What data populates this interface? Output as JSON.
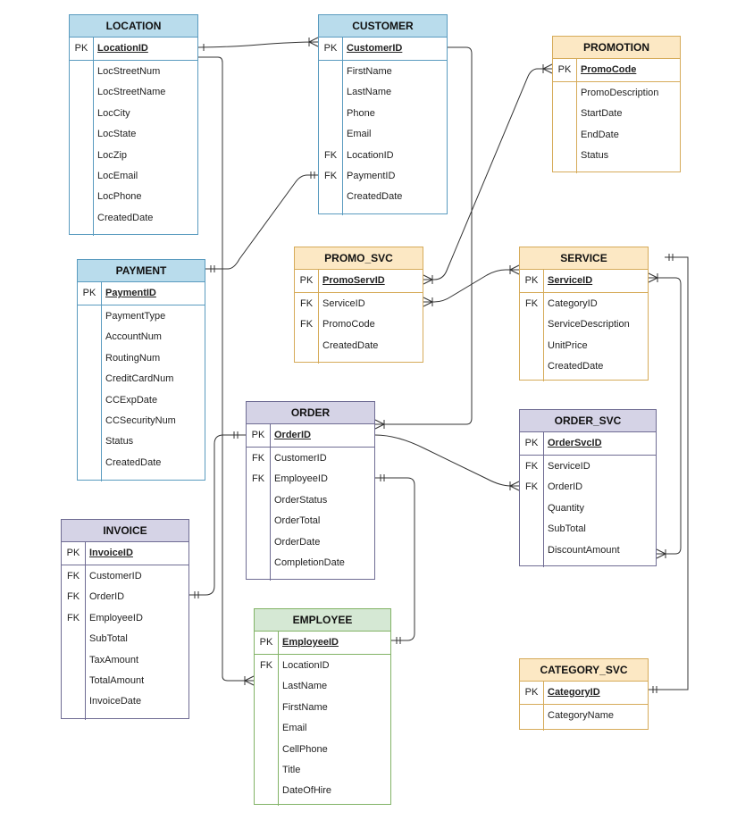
{
  "palette": {
    "blue_head": "#b9dcec",
    "blue_border": "#5a9bbf",
    "yellow_head": "#fce8c4",
    "yellow_border": "#d6ab5a",
    "purple_head": "#d5d3e6",
    "purple_border": "#6f6c93",
    "green_head": "#d5e8d4",
    "green_border": "#82b366"
  },
  "entities": {
    "location": {
      "title": "LOCATION",
      "pk": "LocationID",
      "pk_key": "PK",
      "attrs": [
        {
          "key": "",
          "name": "LocStreetNum"
        },
        {
          "key": "",
          "name": "LocStreetName"
        },
        {
          "key": "",
          "name": "LocCity"
        },
        {
          "key": "",
          "name": "LocState"
        },
        {
          "key": "",
          "name": "LocZip"
        },
        {
          "key": "",
          "name": "LocEmail"
        },
        {
          "key": "",
          "name": "LocPhone"
        },
        {
          "key": "",
          "name": "CreatedDate"
        }
      ]
    },
    "customer": {
      "title": "CUSTOMER",
      "pk": "CustomerID",
      "pk_key": "PK",
      "attrs": [
        {
          "key": "",
          "name": "FirstName"
        },
        {
          "key": "",
          "name": "LastName"
        },
        {
          "key": "",
          "name": "Phone"
        },
        {
          "key": "",
          "name": "Email"
        },
        {
          "key": "FK",
          "name": "LocationID"
        },
        {
          "key": "FK",
          "name": "PaymentID"
        },
        {
          "key": "",
          "name": "CreatedDate"
        }
      ]
    },
    "promotion": {
      "title": "PROMOTION",
      "pk": "PromoCode",
      "pk_key": "PK",
      "attrs": [
        {
          "key": "",
          "name": "PromoDescription"
        },
        {
          "key": "",
          "name": "StartDate"
        },
        {
          "key": "",
          "name": "EndDate"
        },
        {
          "key": "",
          "name": "Status"
        }
      ]
    },
    "payment": {
      "title": "PAYMENT",
      "pk": "PaymentID",
      "pk_key": "PK",
      "attrs": [
        {
          "key": "",
          "name": "PaymentType"
        },
        {
          "key": "",
          "name": "AccountNum"
        },
        {
          "key": "",
          "name": "RoutingNum"
        },
        {
          "key": "",
          "name": "CreditCardNum"
        },
        {
          "key": "",
          "name": "CCExpDate"
        },
        {
          "key": "",
          "name": "CCSecurityNum"
        },
        {
          "key": "",
          "name": "Status"
        },
        {
          "key": "",
          "name": "CreatedDate"
        }
      ]
    },
    "promo_svc": {
      "title": "PROMO_SVC",
      "pk": "PromoServID",
      "pk_key": "PK",
      "attrs": [
        {
          "key": "FK",
          "name": "ServiceID"
        },
        {
          "key": "FK",
          "name": "PromoCode"
        },
        {
          "key": "",
          "name": "CreatedDate"
        }
      ]
    },
    "service": {
      "title": "SERVICE",
      "pk": "ServiceID",
      "pk_key": "PK",
      "attrs": [
        {
          "key": "FK",
          "name": "CategoryID"
        },
        {
          "key": "",
          "name": "ServiceDescription"
        },
        {
          "key": "",
          "name": "UnitPrice"
        },
        {
          "key": "",
          "name": "CreatedDate"
        }
      ]
    },
    "order": {
      "title": "ORDER",
      "pk": "OrderID",
      "pk_key": "PK",
      "attrs": [
        {
          "key": "FK",
          "name": "CustomerID"
        },
        {
          "key": "FK",
          "name": "EmployeeID"
        },
        {
          "key": "",
          "name": "OrderStatus"
        },
        {
          "key": "",
          "name": "OrderTotal"
        },
        {
          "key": "",
          "name": "OrderDate"
        },
        {
          "key": "",
          "name": "CompletionDate"
        }
      ]
    },
    "order_svc": {
      "title": "ORDER_SVC",
      "pk": "OrderSvcID",
      "pk_key": "PK",
      "attrs": [
        {
          "key": "FK",
          "name": "ServiceID"
        },
        {
          "key": "FK",
          "name": "OrderID"
        },
        {
          "key": "",
          "name": "Quantity"
        },
        {
          "key": "",
          "name": "SubTotal"
        },
        {
          "key": "",
          "name": "DiscountAmount"
        }
      ]
    },
    "invoice": {
      "title": "INVOICE",
      "pk": "InvoiceID",
      "pk_key": "PK",
      "attrs": [
        {
          "key": "FK",
          "name": "CustomerID"
        },
        {
          "key": "FK",
          "name": "OrderID"
        },
        {
          "key": "FK",
          "name": "EmployeeID"
        },
        {
          "key": "",
          "name": "SubTotal"
        },
        {
          "key": "",
          "name": "TaxAmount"
        },
        {
          "key": "",
          "name": "TotalAmount"
        },
        {
          "key": "",
          "name": "InvoiceDate"
        }
      ]
    },
    "employee": {
      "title": "EMPLOYEE",
      "pk": "EmployeeID",
      "pk_key": "PK",
      "attrs": [
        {
          "key": "FK",
          "name": "LocationID"
        },
        {
          "key": "",
          "name": "LastName"
        },
        {
          "key": "",
          "name": "FirstName"
        },
        {
          "key": "",
          "name": "Email"
        },
        {
          "key": "",
          "name": "CellPhone"
        },
        {
          "key": "",
          "name": "Title"
        },
        {
          "key": "",
          "name": "DateOfHire"
        }
      ]
    },
    "category_svc": {
      "title": "CATEGORY_SVC",
      "pk": "CategoryID",
      "pk_key": "PK",
      "attrs": [
        {
          "key": "",
          "name": "CategoryName"
        }
      ]
    }
  }
}
